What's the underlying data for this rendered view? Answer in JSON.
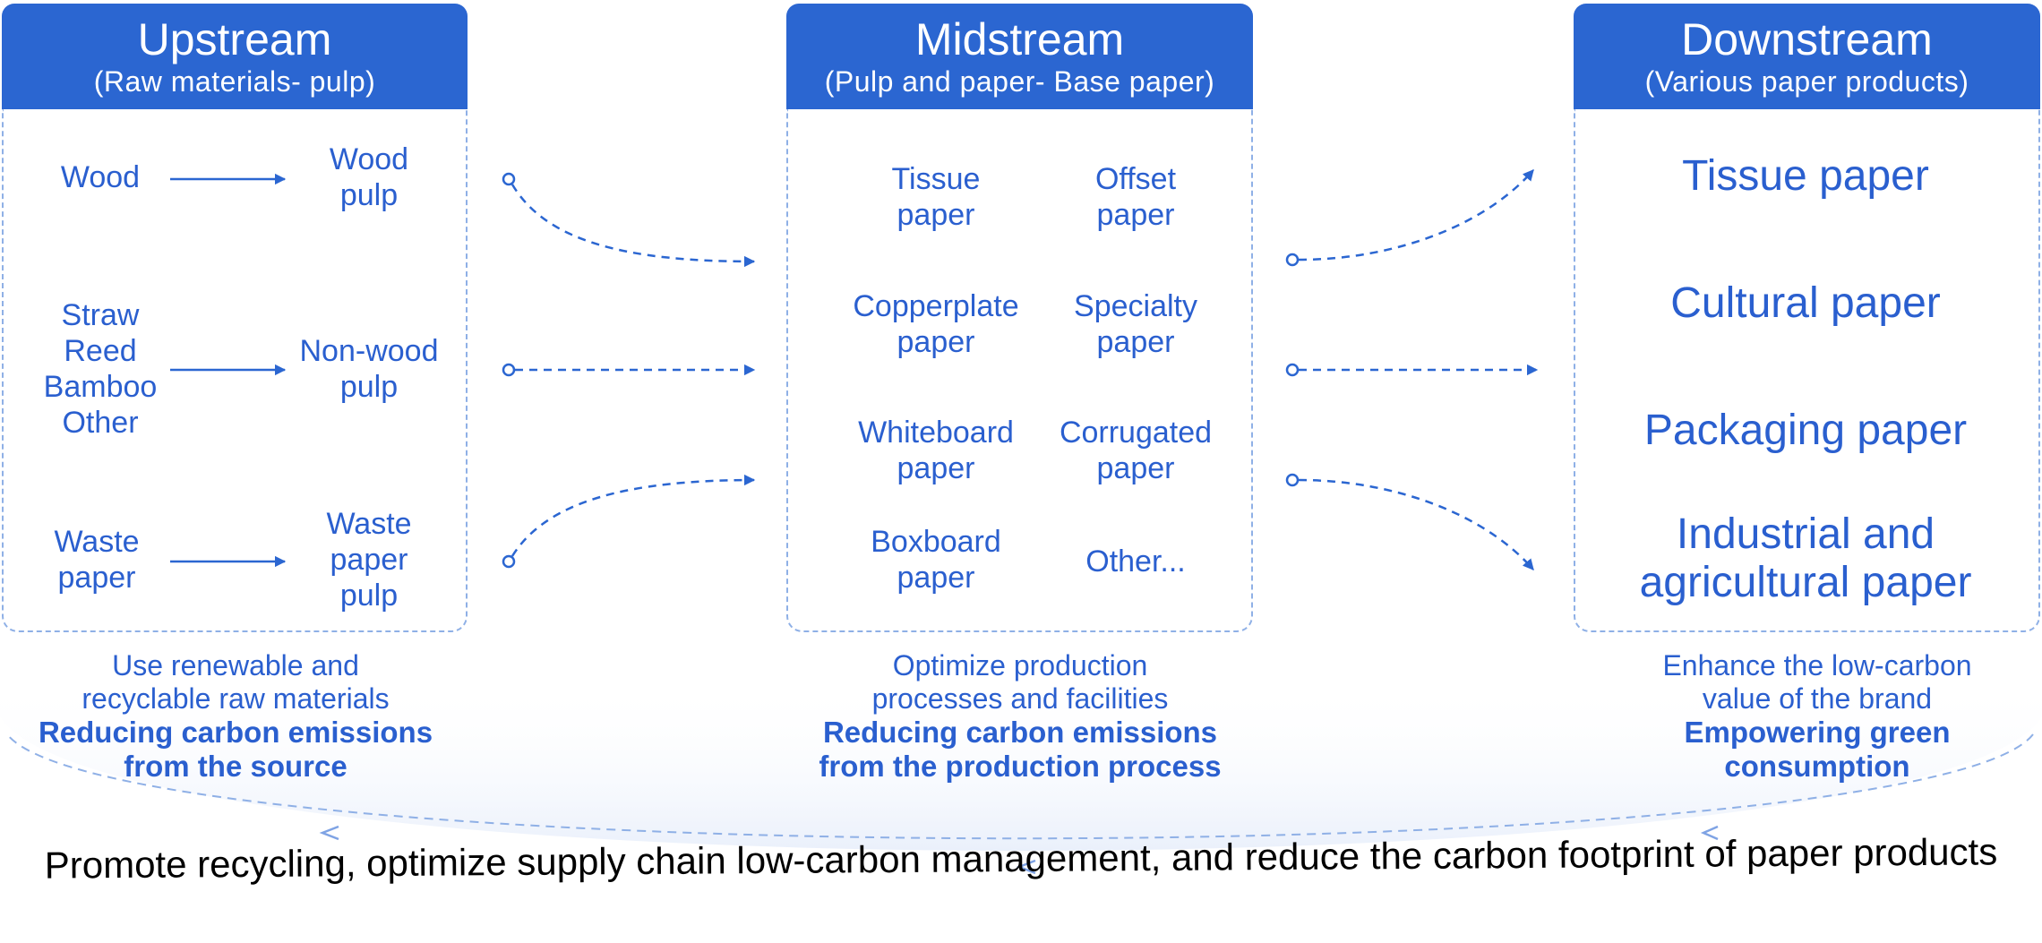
{
  "columns": [
    {
      "title": "Upstream",
      "subtitle": "(Raw materials- pulp)",
      "rows": [
        {
          "source": [
            "Wood"
          ],
          "target": [
            "Wood",
            "pulp"
          ]
        },
        {
          "source": [
            "Straw",
            "Reed",
            "Bamboo",
            "Other"
          ],
          "target": [
            "Non-wood",
            "pulp"
          ]
        },
        {
          "source": [
            "Waste",
            "paper"
          ],
          "target": [
            "Waste",
            "paper",
            "pulp"
          ]
        }
      ],
      "caption": {
        "line1": "Use renewable and",
        "line2": "recyclable raw materials",
        "bold1": "Reducing carbon emissions",
        "bold2": "from the source"
      }
    },
    {
      "title": "Midstream",
      "subtitle": "(Pulp and paper- Base paper)",
      "items": [
        [
          "Tissue",
          "paper"
        ],
        [
          "Offset",
          "paper"
        ],
        [
          "Copperplate",
          "paper"
        ],
        [
          "Specialty",
          "paper"
        ],
        [
          "Whiteboard",
          "paper"
        ],
        [
          "Corrugated",
          "paper"
        ],
        [
          "Boxboard",
          "paper"
        ],
        [
          "Other..."
        ]
      ],
      "caption": {
        "line1": "Optimize production",
        "line2": "processes and facilities",
        "bold1": "Reducing carbon emissions",
        "bold2": "from the production process"
      }
    },
    {
      "title": "Downstream",
      "subtitle": "(Various paper products)",
      "items": [
        [
          "Tissue paper"
        ],
        [
          "Cultural paper"
        ],
        [
          "Packaging paper"
        ],
        [
          "Industrial and",
          "agricultural paper"
        ]
      ],
      "caption": {
        "line1": "Enhance the low-carbon",
        "line2": "value of the brand",
        "bold1": "Empowering green",
        "bold2": "consumption"
      }
    }
  ],
  "footer": "Promote recycling, optimize supply chain low-carbon management, and reduce the carbon footprint of paper products",
  "colors": {
    "header": "#2b66d1",
    "text": "#2a5fcf",
    "dash": "#8fb0e6",
    "arrow": "#2b66d1"
  }
}
